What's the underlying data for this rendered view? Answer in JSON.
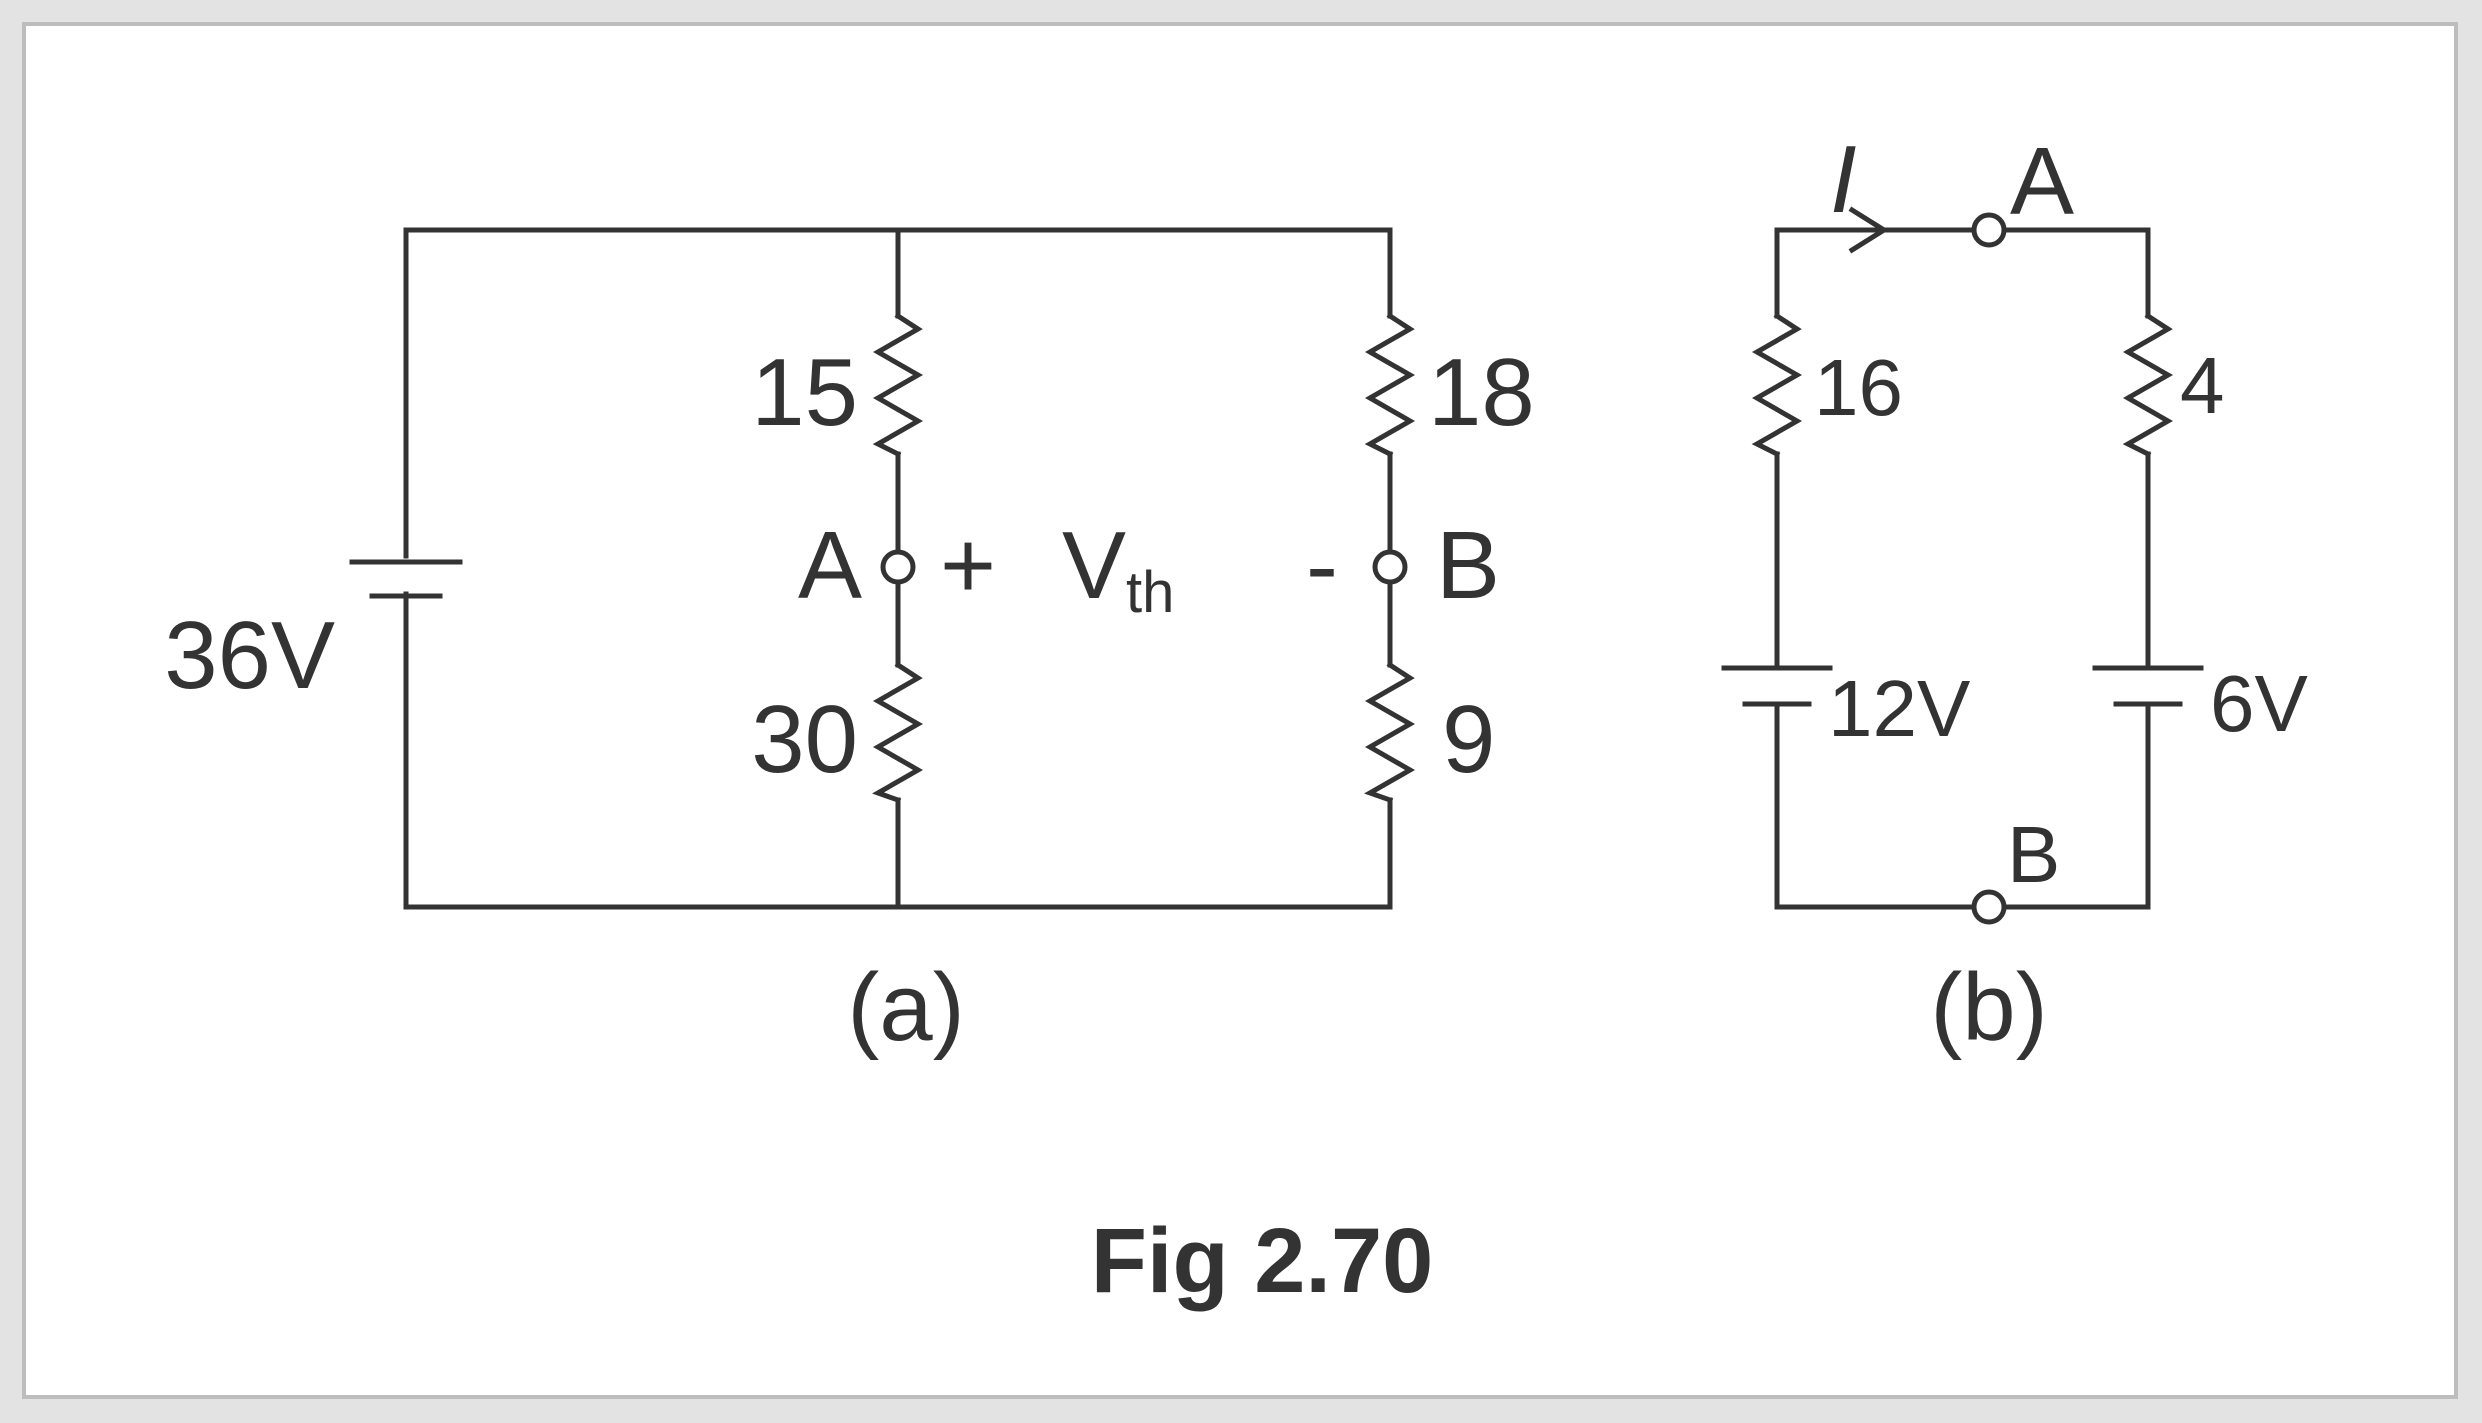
{
  "figure": {
    "caption": "Fig 2.70",
    "circuit_a": {
      "sublabel": "(a)",
      "source_label": "36V",
      "resistors": [
        "15",
        "30",
        "18",
        "9"
      ],
      "node_a": "A",
      "node_b": "B",
      "plus_sign": "+",
      "minus_sign": "-",
      "vth_main": "V",
      "vth_sub": "th"
    },
    "circuit_b": {
      "sublabel": "(b)",
      "current_label": "I",
      "node_a": "A",
      "node_b": "B",
      "resistors": [
        "16",
        "4"
      ],
      "sources": [
        "12V",
        "6V"
      ]
    }
  },
  "colors": {
    "stroke": "#333333",
    "background": "#ffffff",
    "frame": "#bdbdbd",
    "outer": "#e3e3e3"
  }
}
